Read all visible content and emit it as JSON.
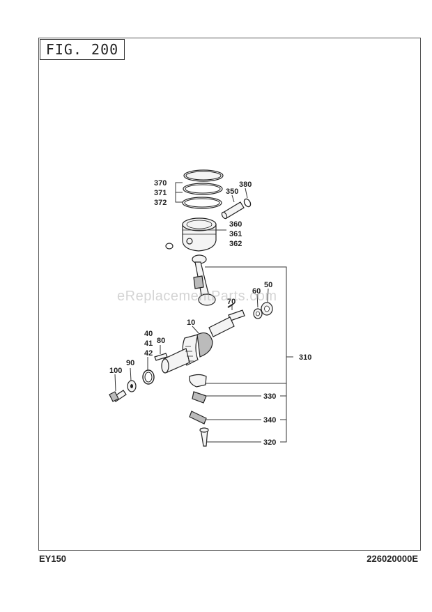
{
  "figure": {
    "label": "FIG. 200"
  },
  "footer": {
    "model": "EY150",
    "code": "226020000E"
  },
  "watermark": "eReplacementParts.com",
  "callouts": {
    "p370": "370",
    "p371": "371",
    "p372": "372",
    "p350": "350",
    "p380": "380",
    "p360": "360",
    "p361": "361",
    "p362": "362",
    "p50": "50",
    "p60": "60",
    "p70": "70",
    "p10": "10",
    "p40": "40",
    "p41": "41",
    "p42": "42",
    "p80": "80",
    "p90": "90",
    "p100": "100",
    "p310": "310",
    "p330": "330",
    "p340": "340",
    "p320": "320"
  }
}
